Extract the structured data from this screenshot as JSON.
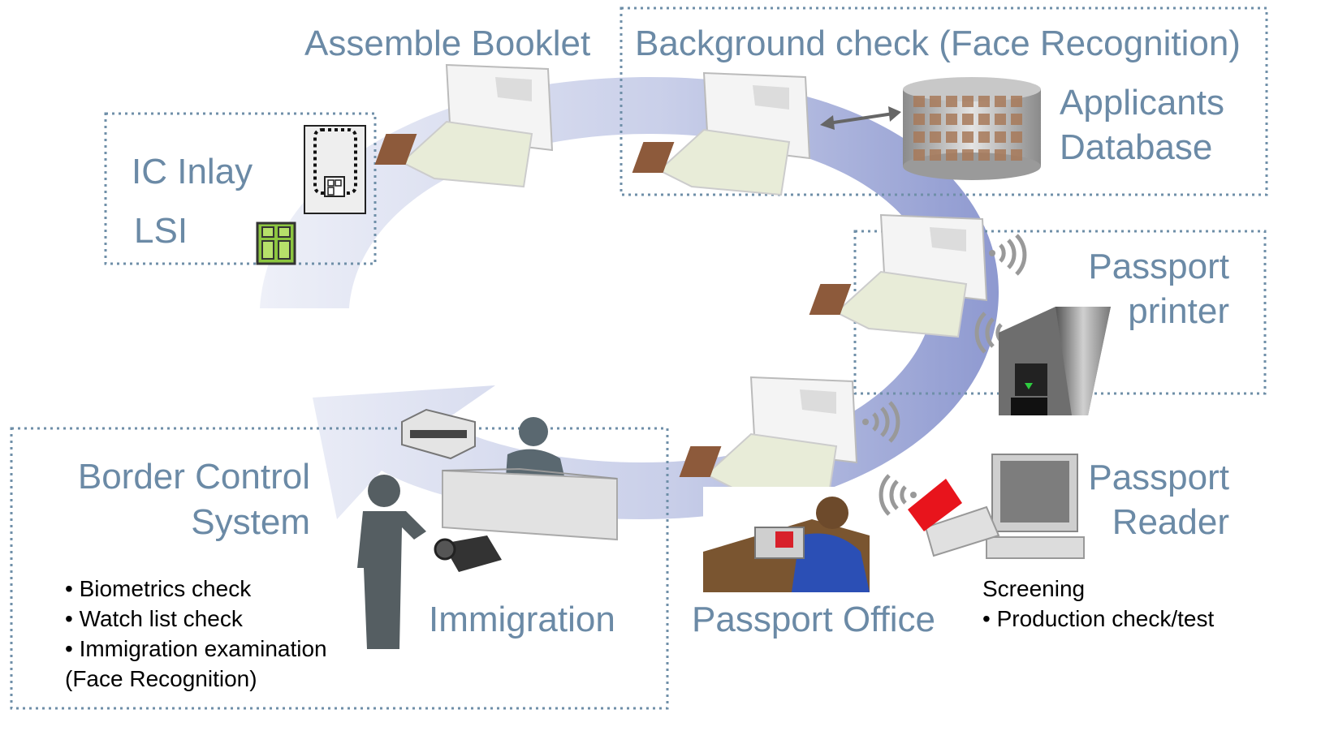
{
  "labels": {
    "assemble_booklet": "Assemble Booklet",
    "background_check": "Background check (Face Recognition)",
    "ic_inlay": "IC Inlay",
    "lsi": "LSI",
    "applicants": "Applicants",
    "database": "Database",
    "passport_printer_1": "Passport",
    "passport_printer_2": "printer",
    "passport_reader_1": "Passport",
    "passport_reader_2": "Reader",
    "border_control_1": "Border Control",
    "border_control_2": "System",
    "immigration": "Immigration",
    "passport_office": "Passport Office"
  },
  "border_control_checks": [
    "• Biometrics check",
    "• Watch list check",
    "• Immigration examination",
    "(Face Recognition)"
  ],
  "screening": {
    "title": "Screening",
    "items": [
      "• Production check/test"
    ]
  },
  "colors": {
    "label": "#6b8aa6",
    "box_border": "#6f8fa8",
    "arrow_light": "#e6e8f4",
    "arrow_dark": "#8d98cf",
    "chip": "#8cc63f"
  }
}
